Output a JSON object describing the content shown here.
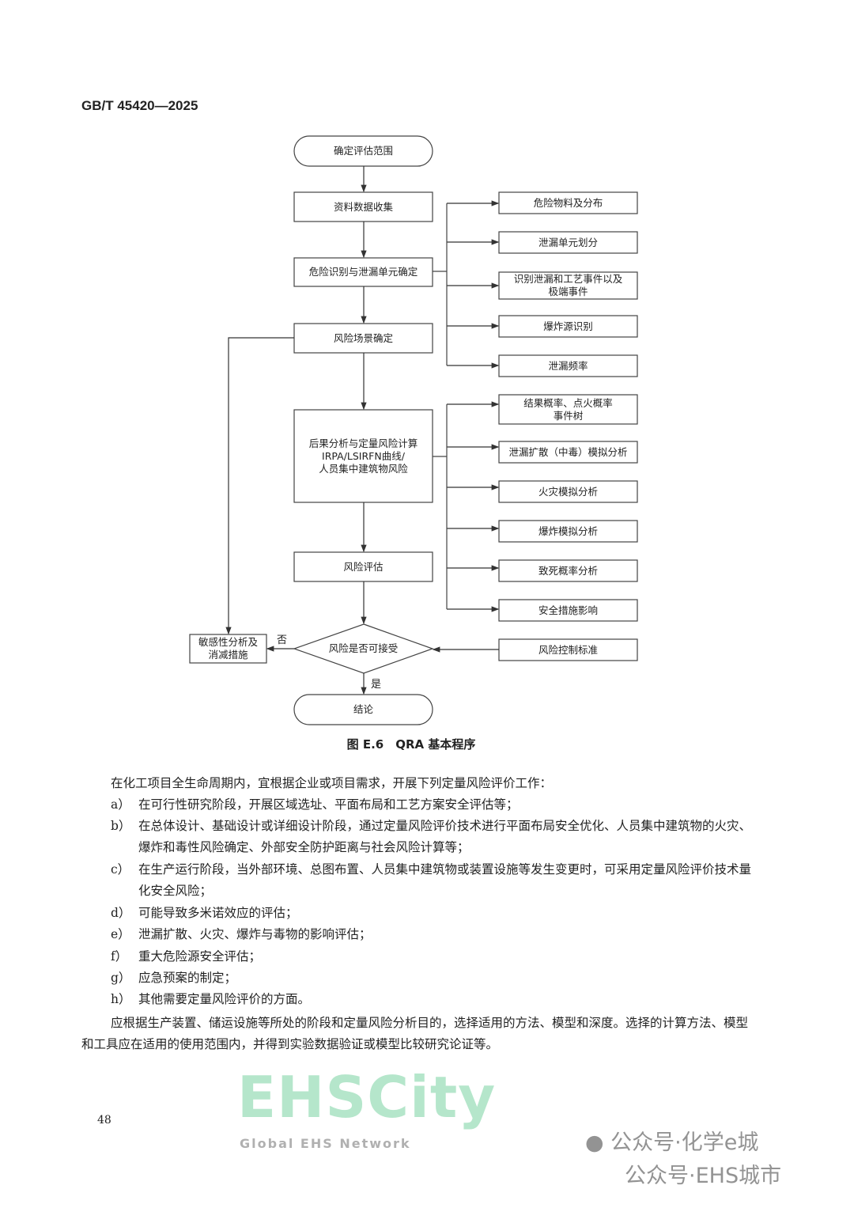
{
  "header": {
    "standard_number": "GB/T 45420—2025"
  },
  "flowchart": {
    "start": "确定评估范围",
    "main_steps": [
      "资料数据收集",
      "危险识别与泄漏单元确定",
      "风险场景确定",
      "后果分析与定量风险计算\nIRPA/LSIRFN曲线/\n人员集中建筑物风险",
      "风险评估"
    ],
    "decision": "风险是否可接受",
    "no_label": "否",
    "yes_label": "是",
    "no_branch": "敏感性分析及\n消减措施",
    "end": "结论",
    "identification_details": [
      "危险物料及分布",
      "泄漏单元划分",
      "识别泄漏和工艺事件以及\n极端事件",
      "爆炸源识别",
      "泄漏频率"
    ],
    "analysis_details": [
      "结果概率、点火概率\n事件树",
      "泄漏扩散（中毒）模拟分析",
      "火灾模拟分析",
      "爆炸模拟分析",
      "致死概率分析",
      "安全措施影响"
    ],
    "criteria": "风险控制标准"
  },
  "caption": "图 E.6　QRA 基本程序",
  "body": {
    "intro": "在化工项目全生命周期内，宜根据企业或项目需求，开展下列定量风险评价工作：",
    "items": [
      {
        "tag": "a）",
        "text": "在可行性研究阶段，开展区域选址、平面布局和工艺方案安全评估等；"
      },
      {
        "tag": "b）",
        "text": "在总体设计、基础设计或详细设计阶段，通过定量风险评价技术进行平面布局安全优化、人员集中建筑物的火灾、爆炸和毒性风险确定、外部安全防护距离与社会风险计算等；"
      },
      {
        "tag": "c）",
        "text": "在生产运行阶段，当外部环境、总图布置、人员集中建筑物或装置设施等发生变更时，可采用定量风险评价技术量化安全风险；"
      },
      {
        "tag": "d）",
        "text": "可能导致多米诺效应的评估；"
      },
      {
        "tag": "e）",
        "text": "泄漏扩散、火灾、爆炸与毒物的影响评估；"
      },
      {
        "tag": "f）",
        "text": "重大危险源安全评估；"
      },
      {
        "tag": "g）",
        "text": "应急预案的制定；"
      },
      {
        "tag": "h）",
        "text": "其他需要定量风险评价的方面。"
      }
    ],
    "closing": "应根据生产装置、储运设施等所处的阶段和定量风险分析目的，选择适用的方法、模型和深度。选择的计算方法、模型和工具应在适用的使用范围内，并得到实验数据验证或模型比较研究论证等。"
  },
  "page_number": "48",
  "watermarks": {
    "site": "EHSCity",
    "site_sub": "Global EHS Network",
    "wechat": "公众号·化学e城",
    "wechat_overlay": "公众号·EHS城市"
  }
}
